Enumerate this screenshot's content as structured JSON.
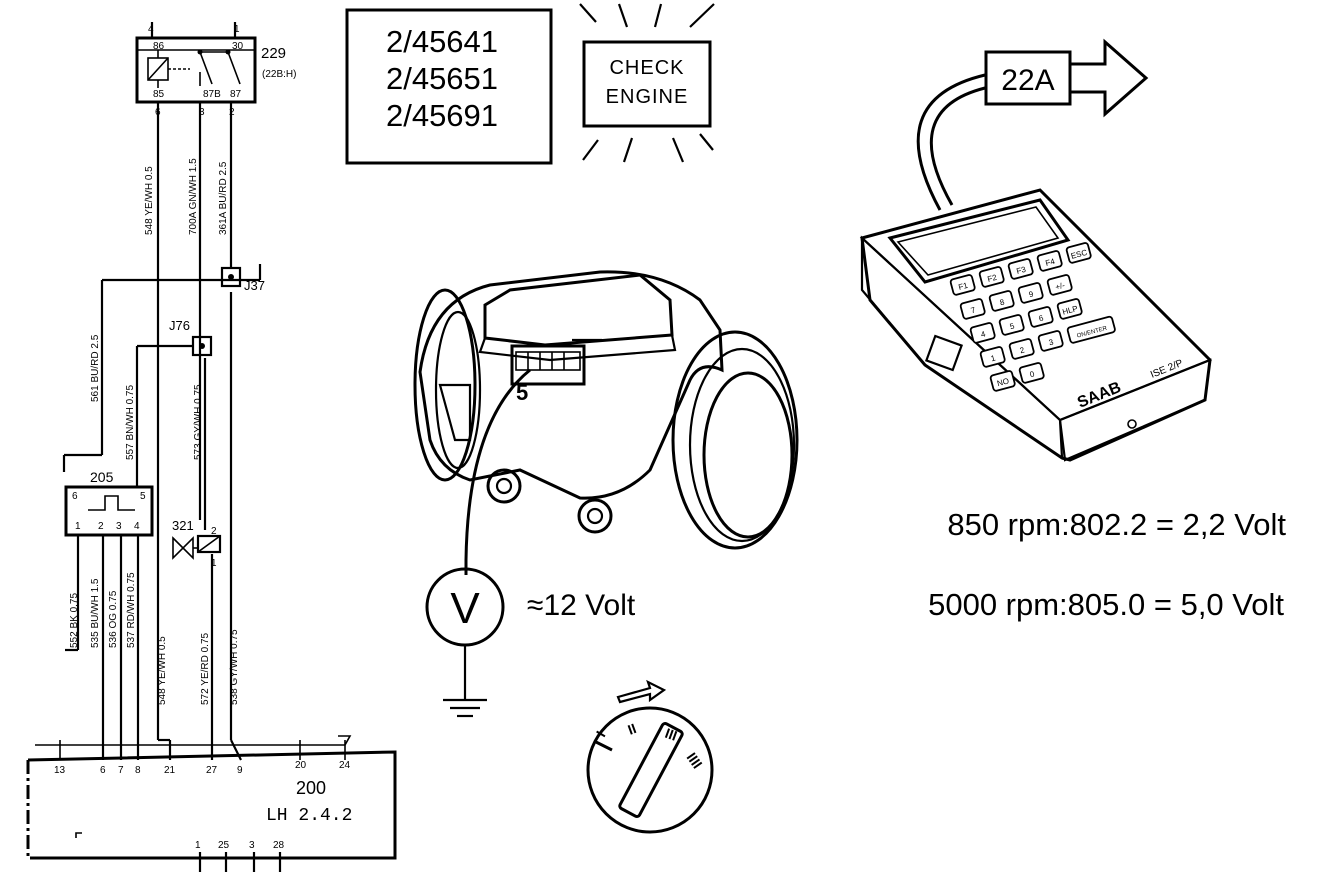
{
  "relay": {
    "ref": "229",
    "sub": "(22B:H)",
    "top_pins": [
      "4",
      "1"
    ],
    "inner_pins": [
      "86",
      "30",
      "85",
      "87B",
      "87"
    ],
    "bottom_pins": [
      "6",
      "3",
      "2"
    ]
  },
  "wires": {
    "w548_top": "548 YE/WH 0.5",
    "w700A": "700A GN/WH 1.5",
    "w361A": "361A BU/RD 2.5",
    "w561": "561 BU/RD 2.5",
    "w557": "557 BN/WH 0.75",
    "w573": "573 GY/WH 0.75",
    "w552": "552 BK 0.75",
    "w535": "535 BU/WH 1.5",
    "w536": "536 OG 0.75",
    "w537": "537 RD/WH 0.75",
    "w548_bot": "548 YE/WH 0.5",
    "w572": "572 YE/RD 0.75",
    "w538": "538 GY/WH 0.75"
  },
  "junctions": {
    "j37": "J37",
    "j76": "J76"
  },
  "module205": {
    "ref": "205",
    "pins_top": [
      "6",
      "5"
    ],
    "pins_bottom": [
      "1",
      "2",
      "3",
      "4"
    ]
  },
  "valve321": {
    "ref": "321",
    "pins": [
      "2",
      "1"
    ]
  },
  "ecu": {
    "ref": "200",
    "name": "LH  2.4.2",
    "top_pins": [
      "13",
      "6",
      "7",
      "8",
      "21",
      "27",
      "9",
      "20",
      "24"
    ],
    "bottom_pins": [
      "1",
      "25",
      "3",
      "28"
    ]
  },
  "fault_codes": [
    "2/45641",
    "2/45651",
    "2/45691"
  ],
  "check_engine": [
    "CHECK",
    "ENGINE"
  ],
  "maf": {
    "pin_label": "5"
  },
  "meter": {
    "symbol": "V",
    "reading": "≈12  Volt"
  },
  "ignition": {
    "positions": [
      "I",
      "II",
      "III",
      "IIII"
    ]
  },
  "tester": {
    "port_label": "22A",
    "brand": "SAAB",
    "model": "ISE 2/P",
    "keys": [
      "F1",
      "F2",
      "F3",
      "F4",
      "ESC",
      "7",
      "8",
      "9",
      "+/-",
      "4",
      "5",
      "6",
      "HLP",
      "1",
      "2",
      "3",
      "ON/ENTER",
      "NO",
      "0"
    ]
  },
  "readings": [
    "850 rpm:802.2 = 2,2 Volt",
    "5000 rpm:805.0 = 5,0 Volt"
  ]
}
